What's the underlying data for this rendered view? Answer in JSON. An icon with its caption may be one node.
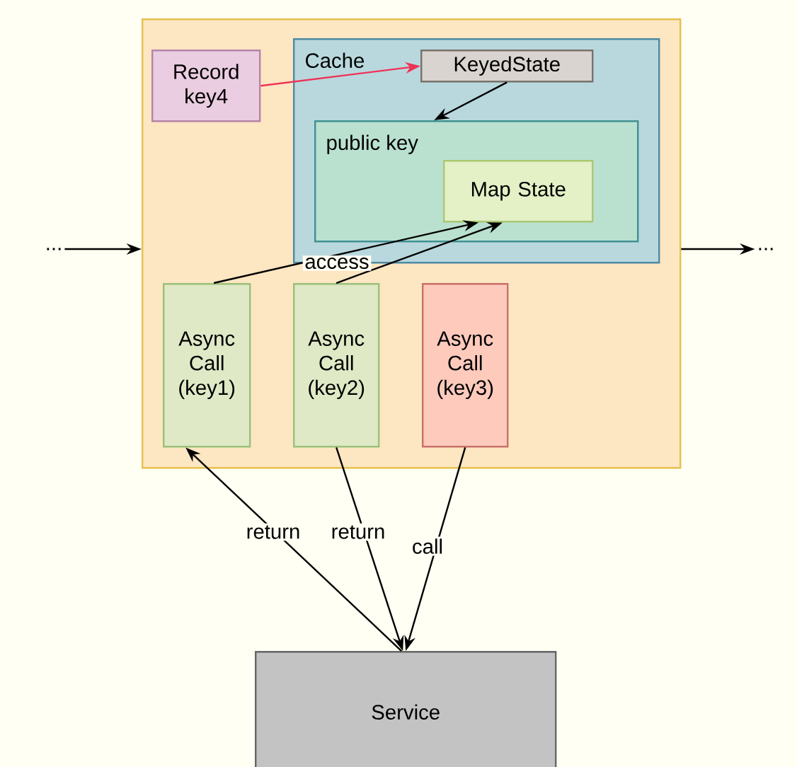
{
  "diagram": {
    "nodes": [
      {
        "text": [
          "..."
        ]
      },
      {
        "text": [],
        "shape": "box"
      },
      {
        "text": [
          "Record key4"
        ],
        "in": 1
      },
      {
        "text": [
          "Cache"
        ],
        "in": 1
      },
      {
        "text": [
          "KeyedState"
        ],
        "in": 3
      },
      {
        "text": [
          "public key"
        ],
        "in": 3
      },
      {
        "text": [
          "Map State"
        ],
        "in": 5
      },
      {
        "text": [
          "Async Call (key1)"
        ],
        "in": 1
      },
      {
        "text": [
          "Async Call (key2)"
        ],
        "in": 1
      },
      {
        "text": [
          "Async Call (key3)"
        ],
        "in": 1
      },
      {
        "text": [
          "..."
        ]
      },
      {
        "text": [
          "Service"
        ]
      }
    ],
    "edges": [
      {
        "from": 0,
        "to": 1,
        "arrow": "to"
      },
      {
        "from": 1,
        "to": 10,
        "arrow": "to"
      },
      {
        "from": 2,
        "to": 4,
        "arrow": "to",
        "color": "#ee3355"
      },
      {
        "from": 4,
        "to": 5,
        "arrow": "to"
      },
      {
        "from": 7,
        "to": 6,
        "arrow": "to",
        "label": "access"
      },
      {
        "from": 8,
        "to": 6,
        "arrow": "to"
      },
      {
        "from": 11,
        "to": 7,
        "arrow": "to",
        "label": "return"
      },
      {
        "from": 8,
        "to": 11,
        "arrow": "to",
        "label": "return"
      },
      {
        "from": 9,
        "to": 11,
        "arrow": "to",
        "label": "call"
      }
    ]
  }
}
